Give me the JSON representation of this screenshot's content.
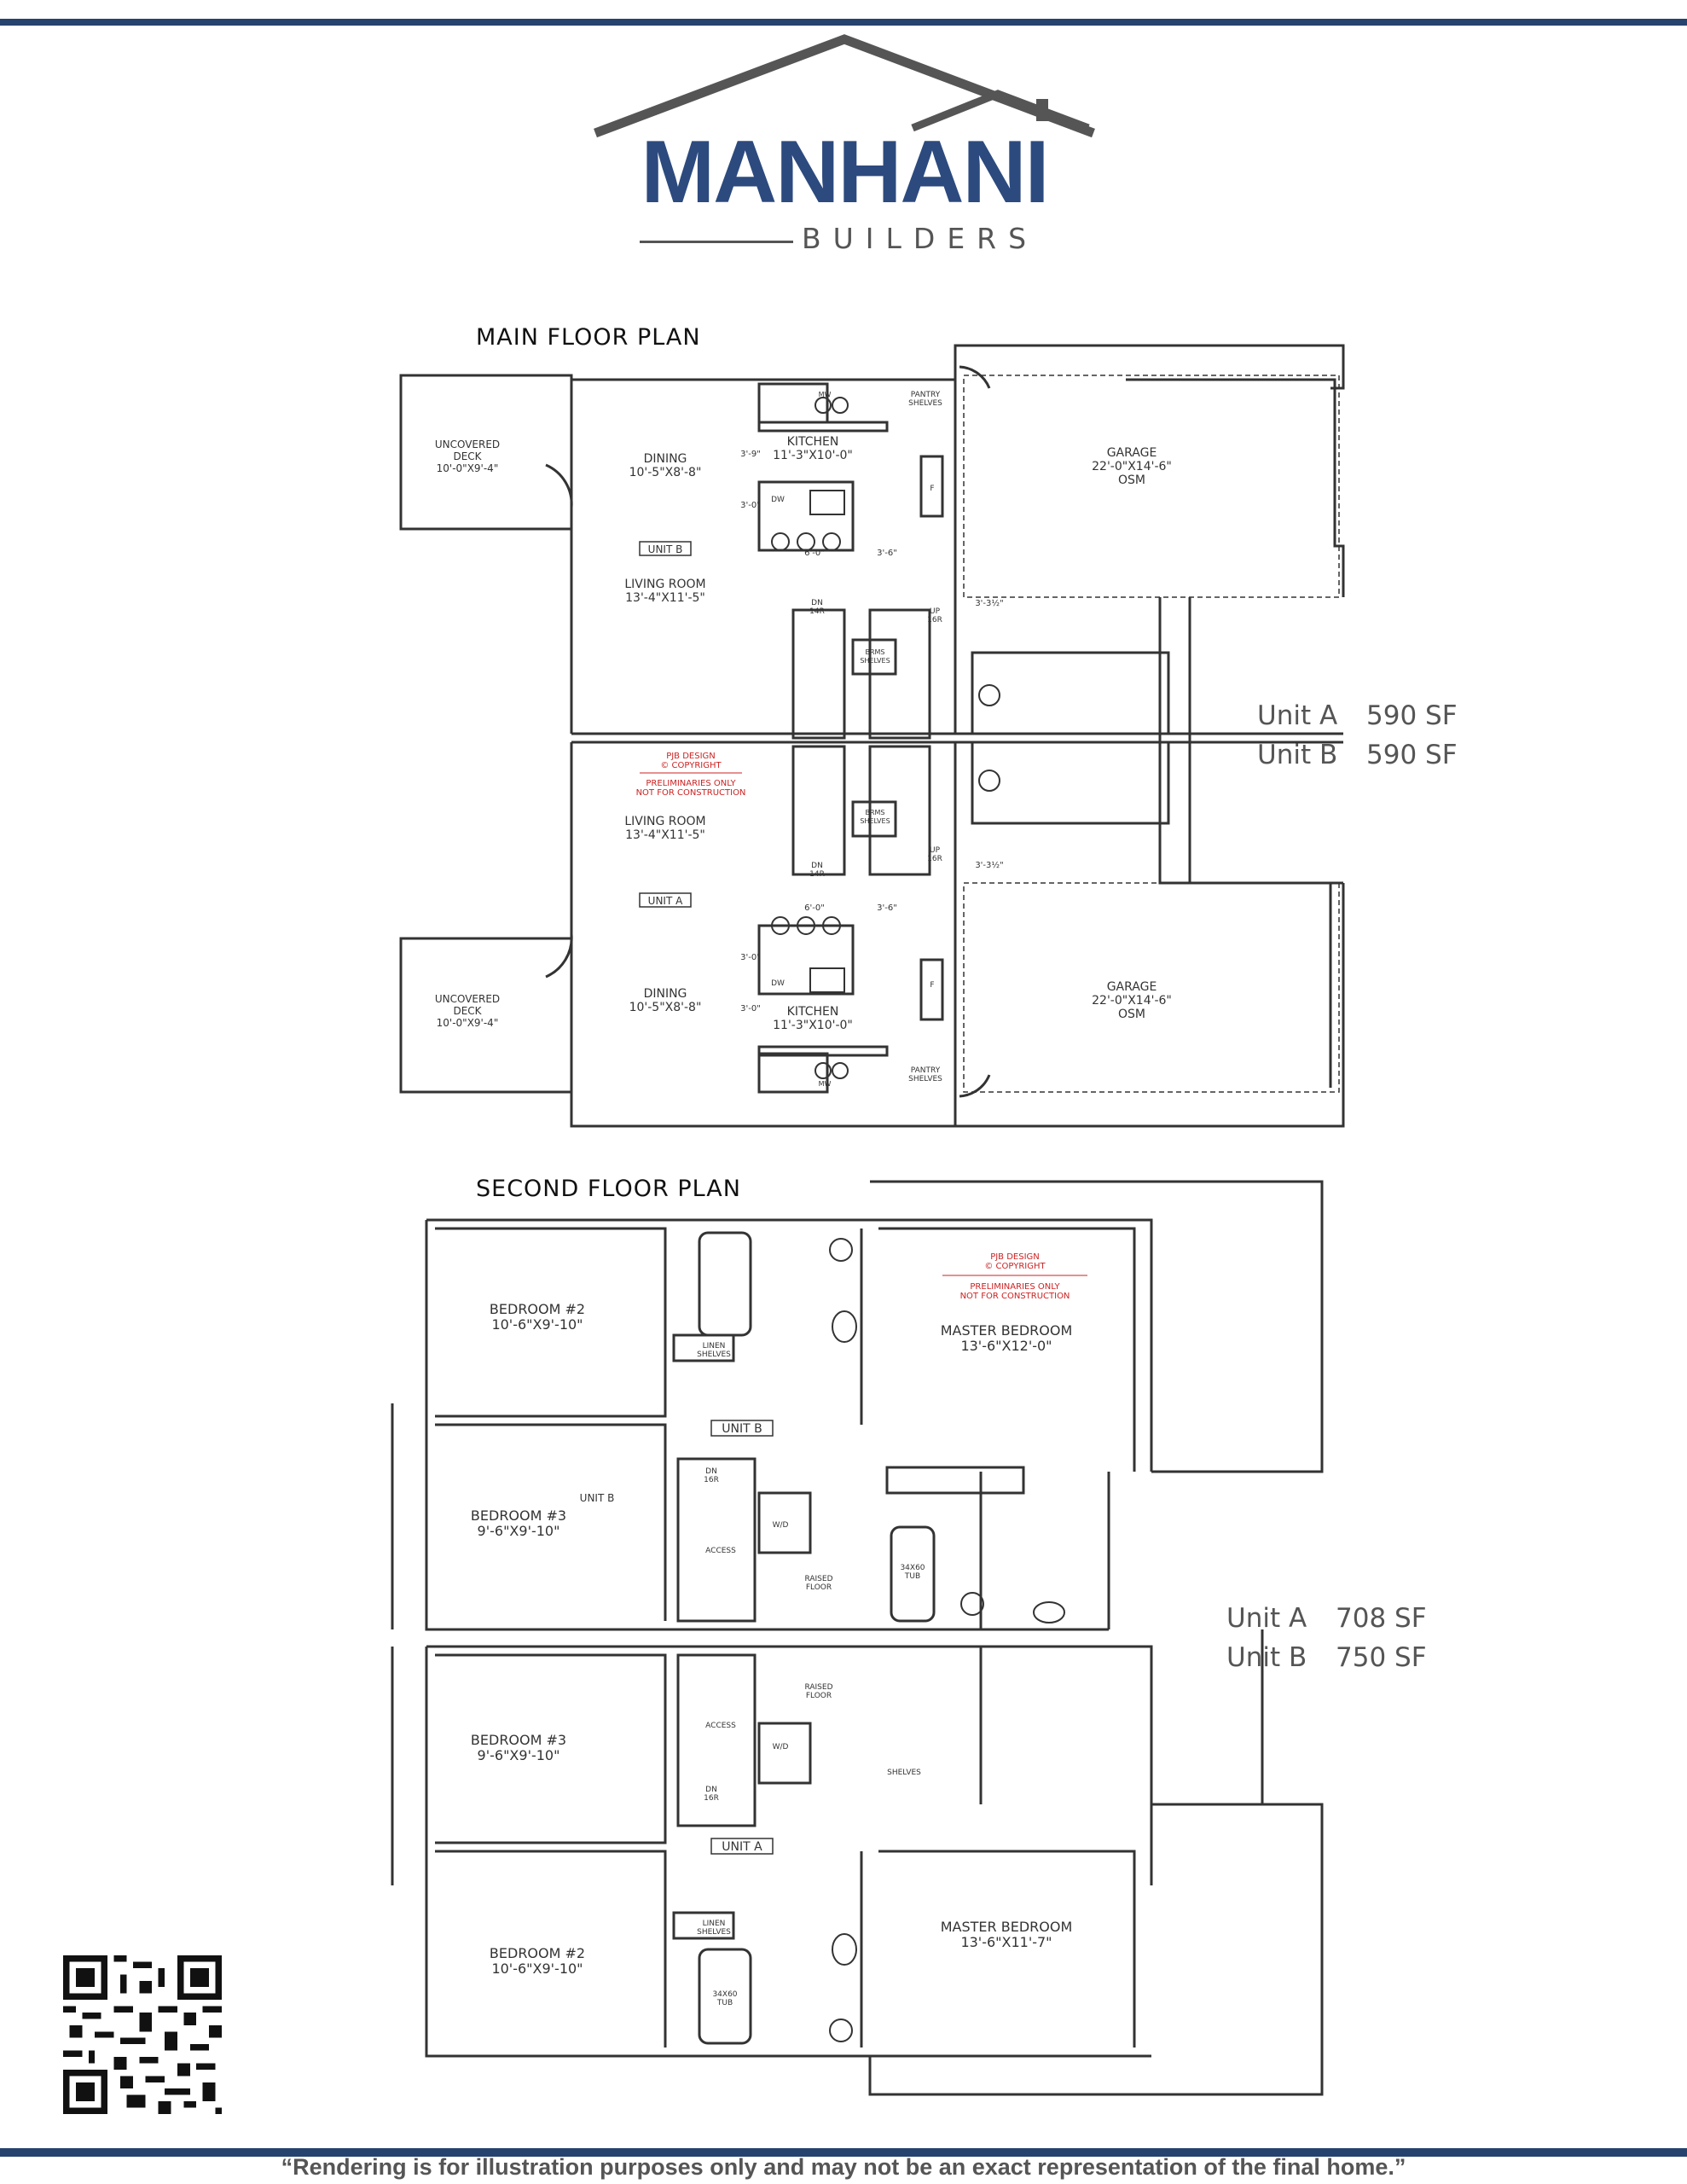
{
  "brand": {
    "name": "MANHANI",
    "subtitle": "BUILDERS"
  },
  "main_floor": {
    "title": "MAIN FLOOR PLAN",
    "rooms": {
      "deck_top_l1": "UNCOVERED",
      "deck_top_l2": "DECK",
      "deck_top_l3": "10'-0\"X9'-4\"",
      "dining_top_l1": "DINING",
      "dining_top_l2": "10'-5\"X8'-8\"",
      "kitchen_top_l1": "KITCHEN",
      "kitchen_top_l2": "11'-3\"X10'-0\"",
      "pantry_top_l1": "PANTRY",
      "pantry_top_l2": "SHELVES",
      "garage_top_l1": "GARAGE",
      "garage_top_l2": "22'-0\"X14'-6\"",
      "garage_top_l3": "OSM",
      "unit_b_tag": "UNIT B",
      "living_top_l1": "LIVING ROOM",
      "living_top_l2": "13'-4\"X11'-5\"",
      "dn_top_l1": "DN",
      "dn_top_l2": "14R",
      "up_top_l1": "UP",
      "up_top_l2": "16R",
      "brms_top_l1": "BRMS",
      "brms_top_l2": "SHELVES",
      "dim_top_1": "6'-0\"",
      "dim_top_2": "3'-6\"",
      "dim_top_3": "3'-9\"",
      "dim_top_4": "3'-0\"",
      "dim_top_5": "3'-3½\"",
      "dw_top": "DW",
      "f_top": "F",
      "mw_top": "MW",
      "living_bot_l1": "LIVING ROOM",
      "living_bot_l2": "13'-4\"X11'-5\"",
      "unit_a_tag": "UNIT A",
      "dn_bot_l1": "DN",
      "dn_bot_l2": "14R",
      "up_bot_l1": "UP",
      "up_bot_l2": "16R",
      "brms_bot_l1": "BRMS",
      "brms_bot_l2": "SHELVES",
      "deck_bot_l1": "UNCOVERED",
      "deck_bot_l2": "DECK",
      "deck_bot_l3": "10'-0\"X9'-4\"",
      "dining_bot_l1": "DINING",
      "dining_bot_l2": "10'-5\"X8'-8\"",
      "kitchen_bot_l1": "KITCHEN",
      "kitchen_bot_l2": "11'-3\"X10'-0\"",
      "pantry_bot_l1": "PANTRY",
      "pantry_bot_l2": "SHELVES",
      "garage_bot_l1": "GARAGE",
      "garage_bot_l2": "22'-0\"X14'-6\"",
      "garage_bot_l3": "OSM",
      "dim_bot_1": "6'-0\"",
      "dim_bot_2": "3'-6\"",
      "dim_bot_3": "3'-0\"",
      "dim_bot_4": "3'-0\"",
      "dim_bot_5": "3'-3½\"",
      "dw_bot": "DW",
      "f_bot": "F",
      "mw_bot": "MW"
    },
    "stamp": {
      "l1": "PJB DESIGN",
      "l2": "© COPYRIGHT",
      "l3": "PRELIMINARIES ONLY",
      "l4": "NOT FOR CONSTRUCTION"
    },
    "areas": [
      {
        "unit": "Unit A",
        "sf": "590 SF"
      },
      {
        "unit": "Unit B",
        "sf": "590 SF"
      }
    ]
  },
  "second_floor": {
    "title": "SECOND FLOOR PLAN",
    "rooms": {
      "bed2_top_l1": "BEDROOM #2",
      "bed2_top_l2": "10'-6\"X9'-10\"",
      "linen_top_l1": "LINEN",
      "linen_top_l2": "SHELVES",
      "master_top_l1": "MASTER BEDROOM",
      "master_top_l2": "13'-6\"X12'-0\"",
      "unit_b_tag": "UNIT B",
      "unit_b_small": "UNIT B",
      "bed3_top_l1": "BEDROOM #3",
      "bed3_top_l2": "9'-6\"X9'-10\"",
      "dn_top_l1": "DN",
      "dn_top_l2": "16R",
      "wd_top": "W/D",
      "access_top": "ACCESS",
      "raised_top_l1": "RAISED",
      "raised_top_l2": "FLOOR",
      "tub_top_l1": "34X60",
      "tub_top_l2": "TUB",
      "bed3_bot_l1": "BEDROOM #3",
      "bed3_bot_l2": "9'-6\"X9'-10\"",
      "raised_bot_l1": "RAISED",
      "raised_bot_l2": "FLOOR",
      "access_bot": "ACCESS",
      "wd_bot": "W/D",
      "dn_bot_l1": "DN",
      "dn_bot_l2": "16R",
      "shelves_bot": "SHELVES",
      "unit_a_tag": "UNIT A",
      "linen_bot_l1": "LINEN",
      "linen_bot_l2": "SHELVES",
      "bed2_bot_l1": "BEDROOM #2",
      "bed2_bot_l2": "10'-6\"X9'-10\"",
      "master_bot_l1": "MASTER BEDROOM",
      "master_bot_l2": "13'-6\"X11'-7\"",
      "tub_bot_l1": "34X60",
      "tub_bot_l2": "TUB"
    },
    "stamp": {
      "l1": "PJB DESIGN",
      "l2": "© COPYRIGHT",
      "l3": "PRELIMINARIES ONLY",
      "l4": "NOT FOR CONSTRUCTION"
    },
    "areas": [
      {
        "unit": "Unit A",
        "sf": "708 SF"
      },
      {
        "unit": "Unit B",
        "sf": "750 SF"
      }
    ]
  },
  "disclaimer": "“Rendering is for illustration purposes only and may not be an exact representation of the final home.”",
  "colors": {
    "brand_navy": "#2c4a7e",
    "bar_navy": "#26426e",
    "roof_gray": "#555555",
    "stamp_red": "#cc2222",
    "wall": "#333333"
  }
}
